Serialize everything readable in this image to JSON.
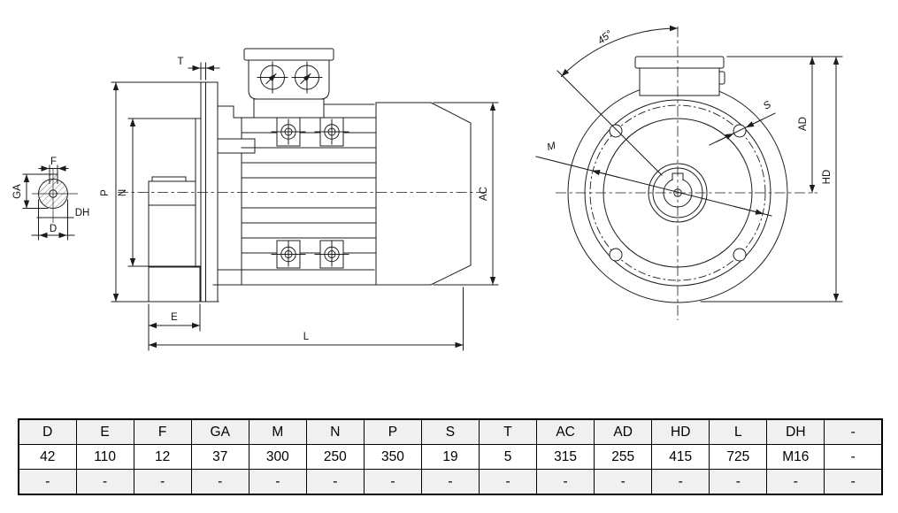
{
  "drawing": {
    "labels": {
      "F": "F",
      "GA": "GA",
      "DH": "DH",
      "D": "D",
      "T": "T",
      "P": "P",
      "N": "N",
      "E": "E",
      "L": "L",
      "AC": "AC",
      "angle45": "45°",
      "S": "S",
      "M": "M",
      "AD": "AD",
      "HD": "HD"
    }
  },
  "table": {
    "headers": [
      "D",
      "E",
      "F",
      "GA",
      "M",
      "N",
      "P",
      "S",
      "T",
      "AC",
      "AD",
      "HD",
      "L",
      "DH",
      "-"
    ],
    "rows": [
      [
        "42",
        "110",
        "12",
        "37",
        "300",
        "250",
        "350",
        "19",
        "5",
        "315",
        "255",
        "415",
        "725",
        "M16",
        "-"
      ],
      [
        "-",
        "-",
        "-",
        "-",
        "-",
        "-",
        "-",
        "-",
        "-",
        "-",
        "-",
        "-",
        "-",
        "-",
        "-"
      ]
    ]
  },
  "colors": {
    "line": "#1c1c1c",
    "table_border": "#000000",
    "row_shade": "#f0f0f0",
    "background": "#ffffff"
  }
}
